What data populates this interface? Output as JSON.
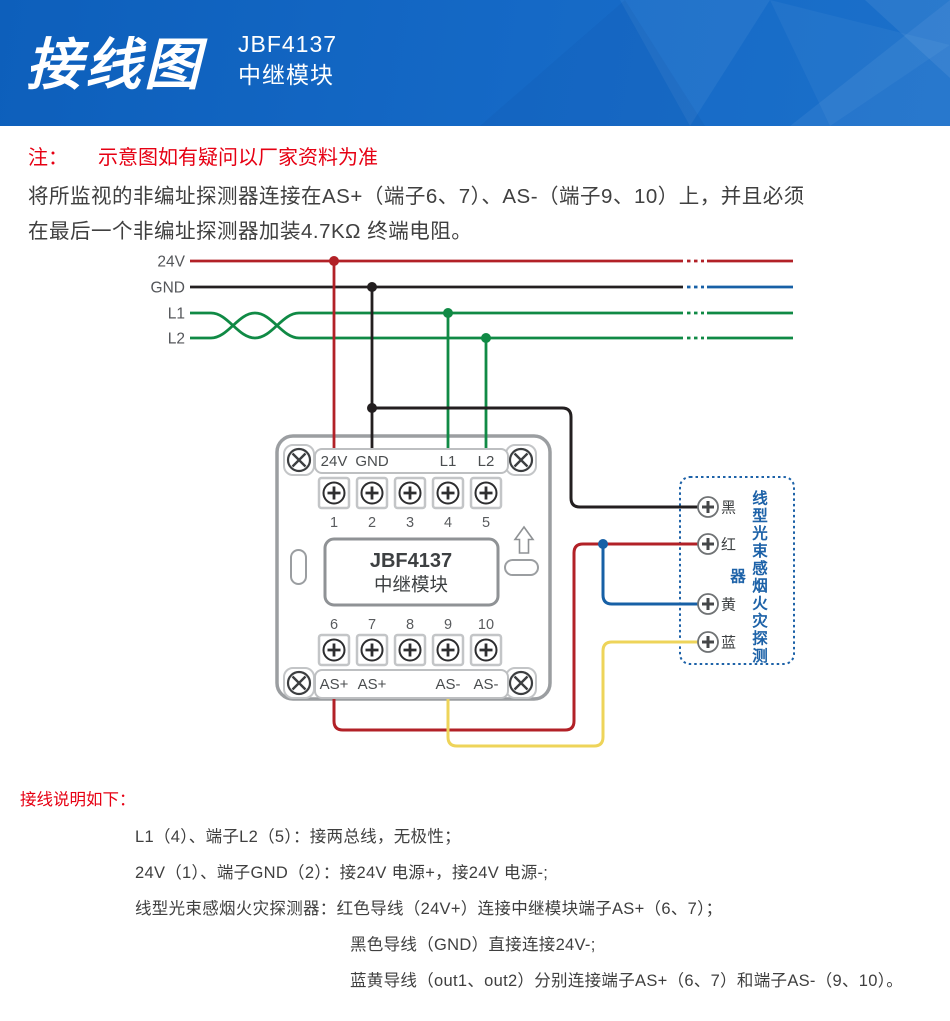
{
  "header": {
    "title": "接线图",
    "model": "JBF4137",
    "model_type": "中继模块"
  },
  "note": {
    "label": "注：",
    "warning": "示意图如有疑问以厂家资料为准",
    "body_line1": "将所监视的非编址探测器连接在AS+（端子6、7）、AS-（端子9、10）上，并且必须",
    "body_line2": "在最后一个非编址探测器加装4.7KΩ 终端电阻。"
  },
  "diagram": {
    "bus_labels": [
      "24V",
      "GND",
      "L1",
      "L2"
    ],
    "module": {
      "top_labels": [
        "24V",
        "GND",
        "L1",
        "L2"
      ],
      "top_numbers": [
        "1",
        "2",
        "3",
        "4",
        "5"
      ],
      "name_line1": "JBF4137",
      "name_line2": "中继模块",
      "bottom_numbers": [
        "6",
        "7",
        "8",
        "9",
        "10"
      ],
      "bottom_labels": [
        "AS+",
        "AS+",
        "AS-",
        "AS-"
      ]
    },
    "detector": {
      "title": "线型光束感烟火灾探测器",
      "terminals": [
        "黑",
        "红",
        "黄",
        "蓝"
      ]
    }
  },
  "instructions": {
    "title": "接线说明如下：",
    "lines": [
      "L1（4）、端子L2（5）：接两总线，无极性；",
      "24V（1）、端子GND（2）：接24V 电源+，接24V 电源-;",
      "线型光束感烟火灾探测器：红色导线（24V+）连接中继模块端子AS+（6、7）；",
      "黑色导线（GND）直接连接24V-;",
      "蓝黄导线（out1、out2）分别连接端子AS+（6、7）和端子AS-（9、10）。"
    ]
  },
  "colors": {
    "header_blue": "#1169c5",
    "note_red": "#e60013",
    "body_text": "#404040",
    "wire_red": "#b22127",
    "wire_black": "#231f20",
    "wire_green": "#108a45",
    "wire_blue": "#1760a6",
    "wire_yellow": "#eed45a",
    "detector_border_blue": "#1d62a8",
    "module_gray": "#9b9ea1"
  }
}
